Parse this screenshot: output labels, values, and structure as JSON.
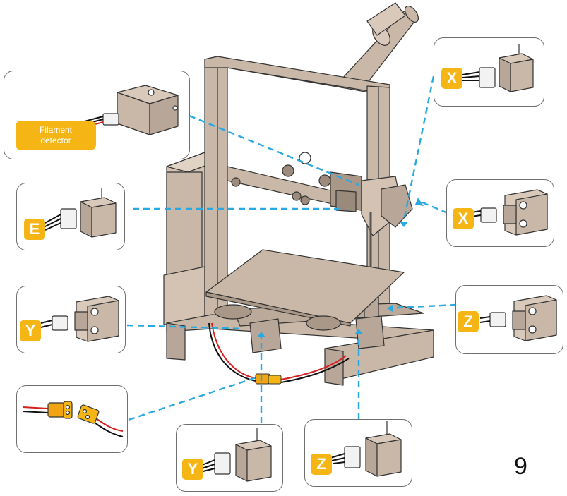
{
  "labels": {
    "filament_detector_line1": "Filament",
    "filament_detector_line2": "detector",
    "x_motor": "X",
    "x_endstop": "X",
    "e_motor": "E",
    "y_endstop": "Y",
    "z_endstop": "Z",
    "y_motor": "Y",
    "z_motor": "Z"
  },
  "page_number": "9",
  "colors": {
    "badge": "#f5b514",
    "connector_line": "#29a9e1",
    "printer_body": "#c9b8a8",
    "outline": "#333333",
    "power_cable_red": "#d61f1f",
    "power_cable_black": "#111111"
  }
}
